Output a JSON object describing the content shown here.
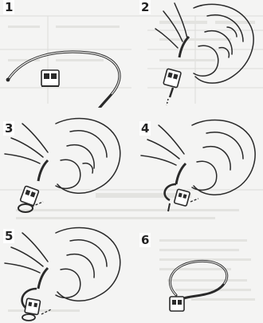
{
  "diagram": {
    "steps": [
      {
        "number": "1"
      },
      {
        "number": "2"
      },
      {
        "number": "3"
      },
      {
        "number": "4"
      },
      {
        "number": "5"
      },
      {
        "number": "6"
      }
    ]
  },
  "colors": {
    "line": "#2a2a2a",
    "background": "#f4f4f3",
    "faint_text": "#cfcfcc"
  },
  "icons": [
    "hand-icon",
    "plug-icon",
    "cord-icon"
  ]
}
